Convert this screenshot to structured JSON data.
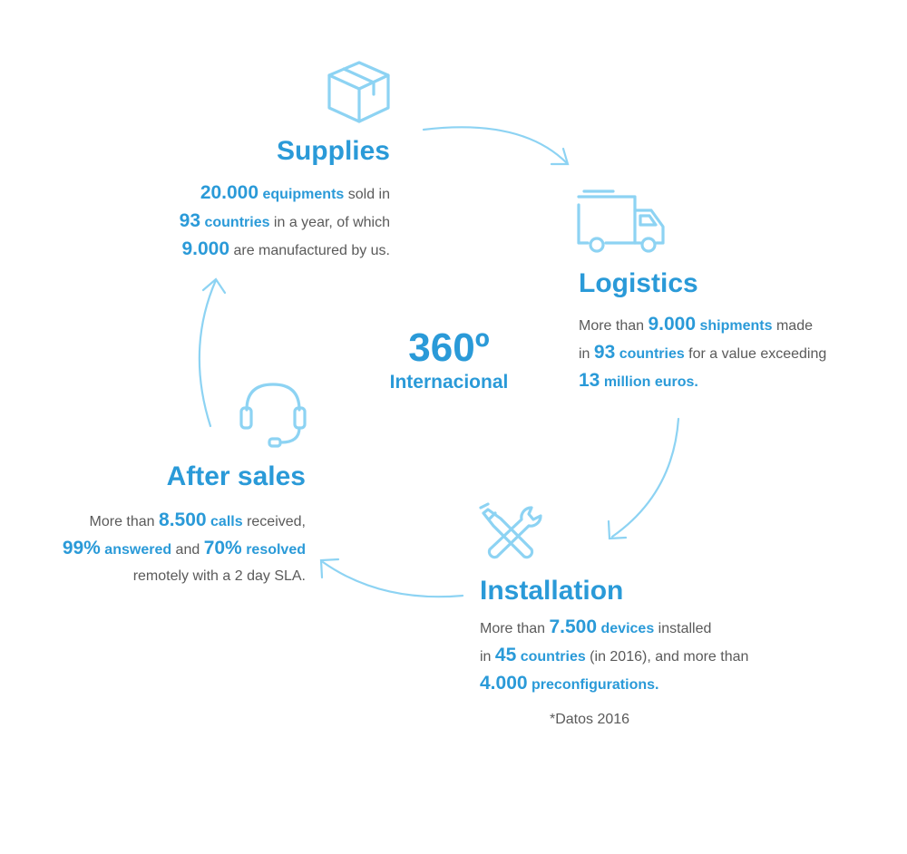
{
  "center": {
    "number": "360º",
    "label": "Internacional"
  },
  "supplies": {
    "title": "Supplies",
    "l1_n": "20.000",
    "l1_h": "equipments",
    "l1_t": " sold in",
    "l2_n": "93",
    "l2_h": "countries",
    "l2_t": " in a year, of which",
    "l3_n": "9.000",
    "l3_t": " are manufactured by us."
  },
  "logistics": {
    "title": "Logistics",
    "l1_t": "More than ",
    "l1_n": "9.000",
    "l1_h": "shipments",
    "l1_t2": " made",
    "l2_t": "in ",
    "l2_n": "93",
    "l2_h": "countries",
    "l2_t2": " for a value exceeding",
    "l3_n": "13",
    "l3_h": "million euros."
  },
  "installation": {
    "title": "Installation",
    "l1_t": "More than ",
    "l1_n": "7.500",
    "l1_h": "devices",
    "l1_t2": " installed",
    "l2_t": "in ",
    "l2_n": "45",
    "l2_h": "countries",
    "l2_t2": " (in 2016), and more than",
    "l3_n": "4.000",
    "l3_h": "preconfigurations."
  },
  "after_sales": {
    "title": "After sales",
    "l1_t": "More than ",
    "l1_n": "8.500",
    "l1_h": "calls",
    "l1_t2": " received,",
    "l2_n": "99%",
    "l2_h": "answered",
    "l2_t": " and ",
    "l2_n2": "70%",
    "l2_h2": "resolved",
    "l3_t": "remotely with a 2 day SLA."
  },
  "footnote": "*Datos 2016",
  "icons": [
    "box-icon",
    "truck-icon",
    "tools-icon",
    "headset-icon"
  ],
  "colors": {
    "accent": "#2a9ad8",
    "light_accent": "#8dd3f3",
    "text": "#5a5a5a"
  }
}
